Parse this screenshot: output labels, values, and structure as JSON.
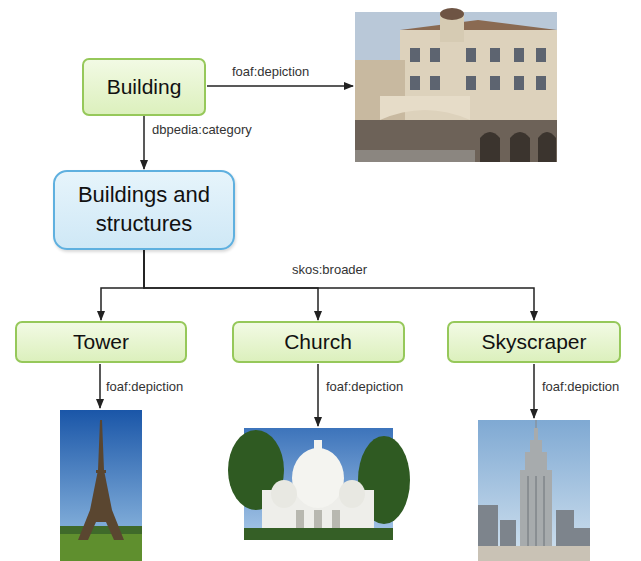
{
  "diagram": {
    "nodes": [
      {
        "text": [
          "Building"
        ]
      },
      {
        "text": [
          "Buildings and structures"
        ]
      },
      {
        "text": [
          "Tower"
        ]
      },
      {
        "text": [
          "Church"
        ]
      },
      {
        "text": [
          "Skyscraper"
        ]
      }
    ],
    "edges": [
      {
        "from": 0,
        "to": 1,
        "arrow": "to",
        "label": "dbpedia:category"
      },
      {
        "from": 1,
        "to": 2,
        "arrow": "to"
      },
      {
        "from": 1,
        "to": 3,
        "arrow": "to",
        "label": "skos:broader"
      },
      {
        "from": 1,
        "to": 4,
        "arrow": "to"
      }
    ],
    "labels": [
      "foaf:depiction",
      "foaf:depiction",
      "foaf:depiction",
      "foaf:depiction"
    ]
  }
}
